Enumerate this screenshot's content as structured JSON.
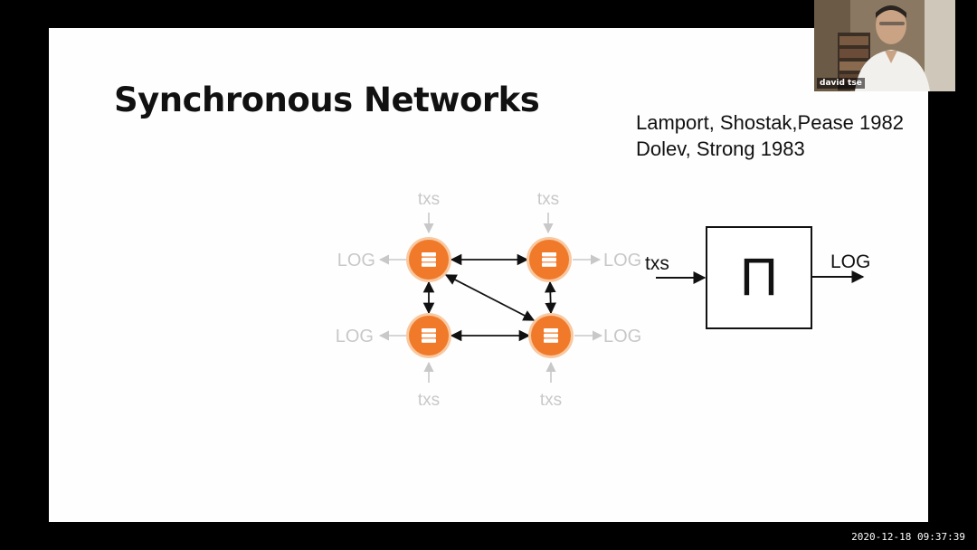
{
  "slide": {
    "title": "Synchronous Networks",
    "references": [
      "Lamport, Shostak,Pease 1982",
      "Dolev, Strong 1983"
    ]
  },
  "network_diagram": {
    "node_color": "#f07a2a",
    "node_halo_color": "#f8c8a0",
    "arrow_color": "#111111",
    "faded_color": "#c8c8c8",
    "node_icon": "server-stack-icon",
    "input_label": "txs",
    "output_label": "LOG",
    "nodes": [
      {
        "name": "node-top-left"
      },
      {
        "name": "node-top-right"
      },
      {
        "name": "node-bottom-left"
      },
      {
        "name": "node-bottom-right"
      }
    ]
  },
  "protocol_box": {
    "symbol": "Π",
    "input_label": "txs",
    "output_label": "LOG"
  },
  "webcam": {
    "participant_name": "david tse"
  },
  "recording": {
    "timestamp": "2020-12-18  09:37:39"
  }
}
